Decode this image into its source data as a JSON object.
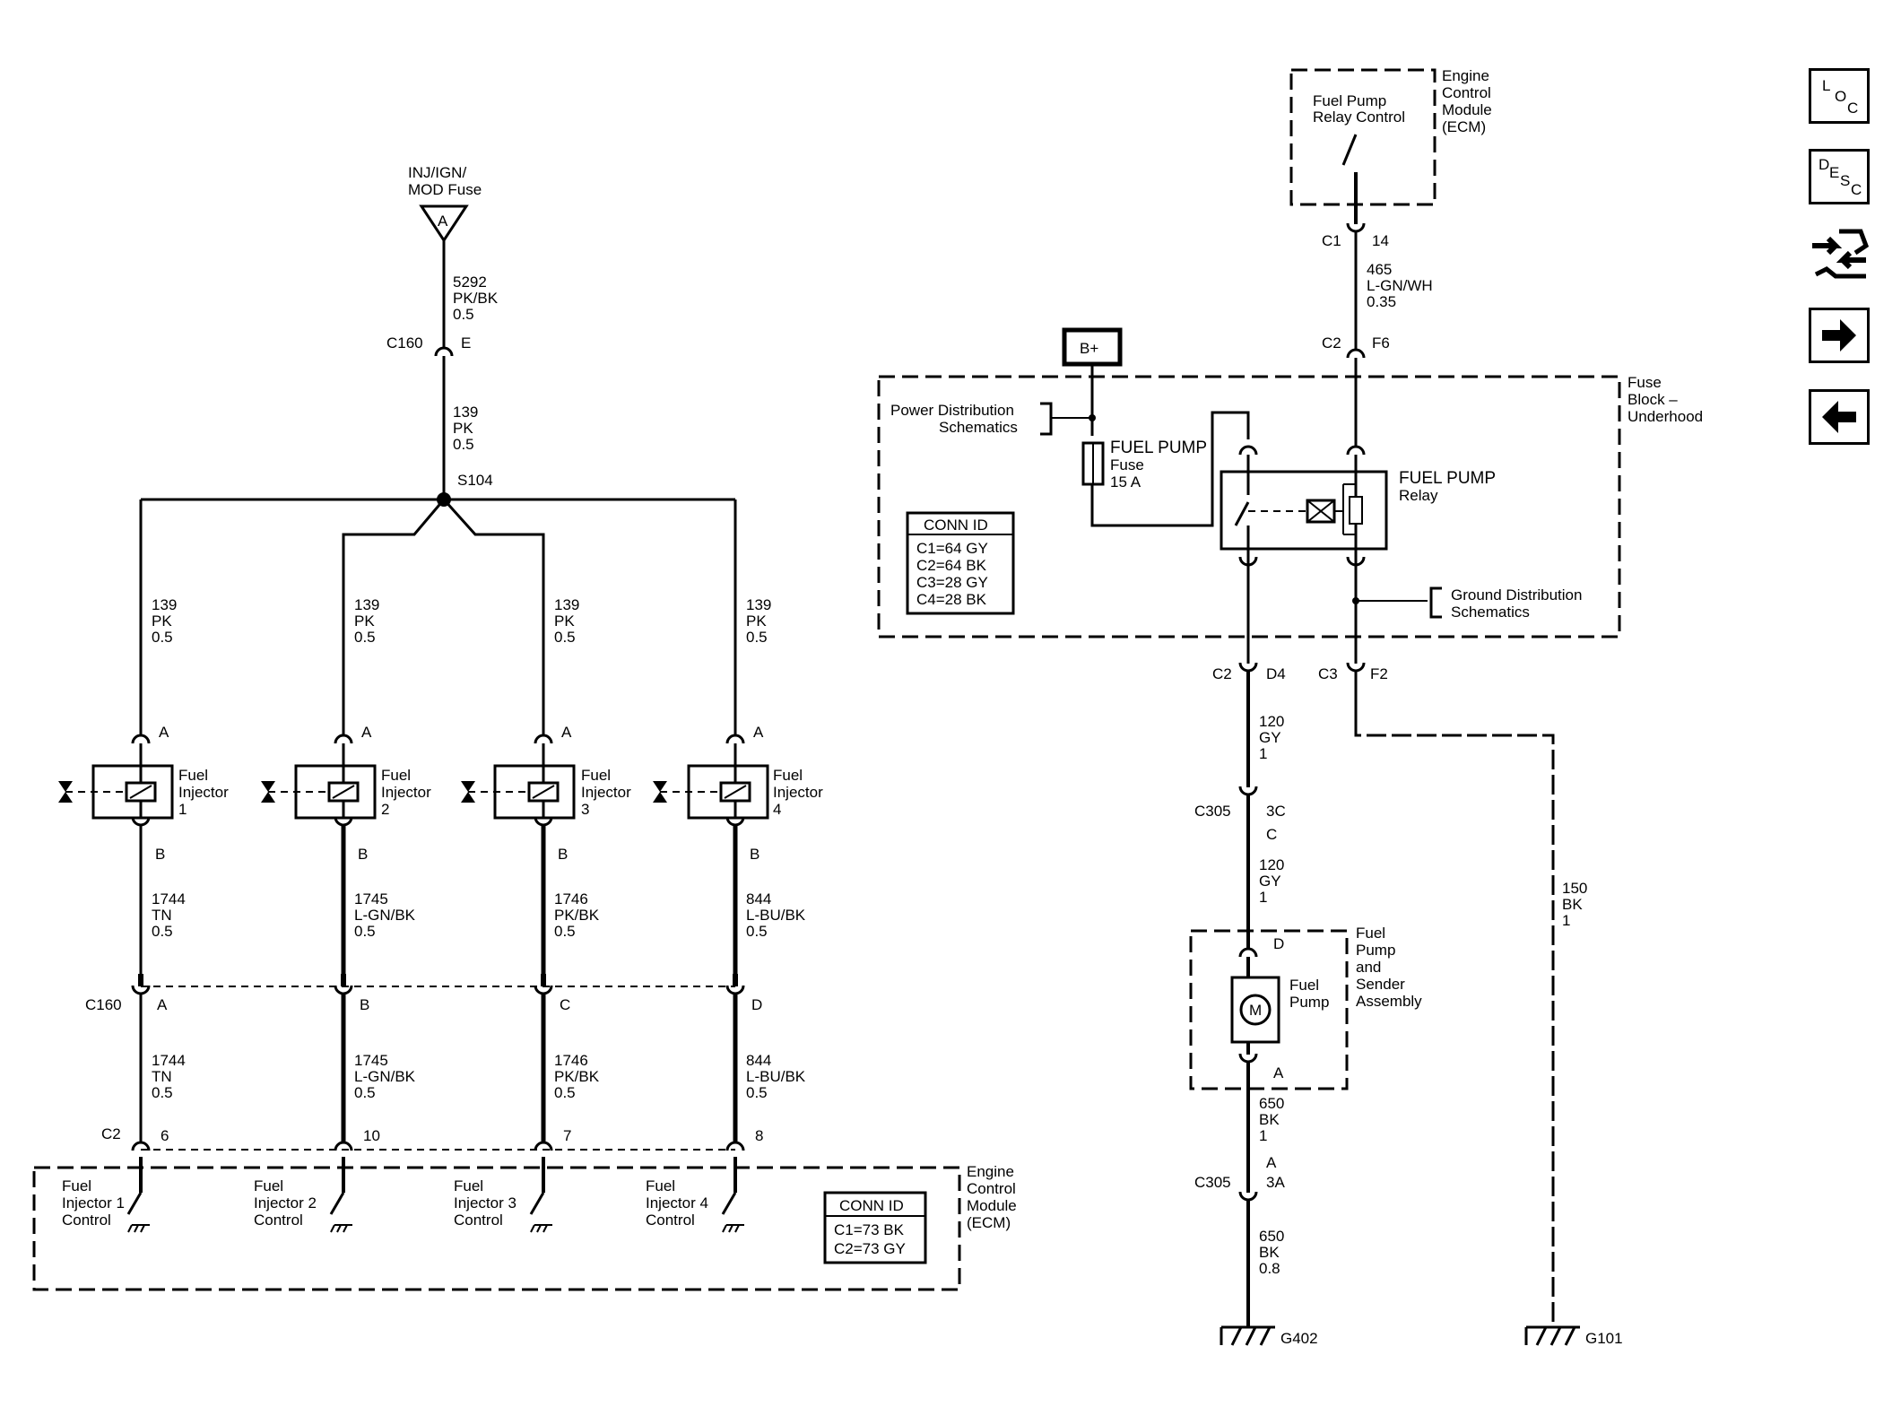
{
  "colors": {
    "line": "#000000",
    "background": "#ffffff"
  },
  "icons": {
    "loc": "location-view-icon",
    "desc": "description-view-icon",
    "connector_end": "connector-end-view-icon",
    "next": "arrow-right-icon",
    "prev": "arrow-left-icon"
  },
  "nav": {
    "loc": [
      "L",
      "O",
      "C"
    ],
    "desc": [
      "D",
      "E",
      "S",
      "C"
    ]
  },
  "top_fuse": {
    "label": [
      "INJ/IGN/",
      "MOD Fuse"
    ],
    "pin": "A",
    "wire": [
      "5292",
      "PK/BK",
      "0.5"
    ],
    "conn": "C160",
    "conn_pin": "E",
    "wire2": [
      "139",
      "PK",
      "0.5"
    ],
    "splice": "S104"
  },
  "injectors": [
    {
      "feed": [
        "139",
        "PK",
        "0.5"
      ],
      "pin_a": "A",
      "name": [
        "Fuel",
        "Injector",
        "1"
      ],
      "pin_b": "B",
      "out": [
        "1744",
        "TN",
        "0.5"
      ],
      "c160_pin": "A",
      "out2": [
        "1744",
        "TN",
        "0.5"
      ],
      "ecm_pin": "6",
      "ecm_label": [
        "Fuel",
        "Injector 1",
        "Control"
      ]
    },
    {
      "feed": [
        "139",
        "PK",
        "0.5"
      ],
      "pin_a": "A",
      "name": [
        "Fuel",
        "Injector",
        "2"
      ],
      "pin_b": "B",
      "out": [
        "1745",
        "L-GN/BK",
        "0.5"
      ],
      "c160_pin": "B",
      "out2": [
        "1745",
        "L-GN/BK",
        "0.5"
      ],
      "ecm_pin": "10",
      "ecm_label": [
        "Fuel",
        "Injector 2",
        "Control"
      ]
    },
    {
      "feed": [
        "139",
        "PK",
        "0.5"
      ],
      "pin_a": "A",
      "name": [
        "Fuel",
        "Injector",
        "3"
      ],
      "pin_b": "B",
      "out": [
        "1746",
        "PK/BK",
        "0.5"
      ],
      "c160_pin": "C",
      "out2": [
        "1746",
        "PK/BK",
        "0.5"
      ],
      "ecm_pin": "7",
      "ecm_label": [
        "Fuel",
        "Injector 3",
        "Control"
      ]
    },
    {
      "feed": [
        "139",
        "PK",
        "0.5"
      ],
      "pin_a": "A",
      "name": [
        "Fuel",
        "Injector",
        "4"
      ],
      "pin_b": "B",
      "out": [
        "844",
        "L-BU/BK",
        "0.5"
      ],
      "c160_pin": "D",
      "out2": [
        "844",
        "L-BU/BK",
        "0.5"
      ],
      "ecm_pin": "8",
      "ecm_label": [
        "Fuel",
        "Injector 4",
        "Control"
      ]
    }
  ],
  "left_conn": {
    "c160": "C160",
    "c2": "C2"
  },
  "ecm_bottom": {
    "title": [
      "Engine",
      "Control",
      "Module",
      "(ECM)"
    ],
    "conn_id_title": "CONN ID",
    "conn_ids": [
      "C1=73 BK",
      "C2=73 GY"
    ]
  },
  "ecm_top": {
    "title": [
      "Engine",
      "Control",
      "Module",
      "(ECM)"
    ],
    "control": [
      "Fuel Pump",
      "Relay Control"
    ],
    "conn": "C1",
    "pin": "14",
    "wire": [
      "465",
      "L-GN/WH",
      "0.35"
    ],
    "conn2": "C2",
    "pin2": "F6"
  },
  "bplus": "B+",
  "fuse_block": {
    "title": [
      "Fuse",
      "Block –",
      "Underhood"
    ],
    "power_dist": [
      "Power Distribution",
      "Schematics"
    ],
    "fuse": [
      "FUEL PUMP",
      "Fuse",
      "15 A"
    ],
    "relay": [
      "FUEL PUMP",
      "Relay"
    ],
    "ground_dist": [
      "Ground Distribution",
      "Schematics"
    ],
    "conn_id_title": "CONN ID",
    "conn_ids": [
      "C1=64 GY",
      "C2=64 BK",
      "C3=28 GY",
      "C4=28 BK"
    ]
  },
  "pump_circuit": {
    "c2": "C2",
    "d4": "D4",
    "c3": "C3",
    "f2": "F2",
    "wire1": [
      "120",
      "GY",
      "1"
    ],
    "c305": "C305",
    "pin_3c": "3C",
    "pin_c": "C",
    "wire2": [
      "120",
      "GY",
      "1"
    ],
    "pin_d": "D",
    "motor": "M",
    "pump": [
      "Fuel",
      "Pump"
    ],
    "assembly": [
      "Fuel",
      "Pump",
      "and",
      "Sender",
      "Assembly"
    ],
    "pin_a": "A",
    "wire3": [
      "650",
      "BK",
      "1"
    ],
    "c305b": "C305",
    "pin_a2": "A",
    "pin_3a": "3A",
    "wire4": [
      "650",
      "BK",
      "0.8"
    ],
    "g402": "G402",
    "wire5": [
      "150",
      "BK",
      "1"
    ],
    "g101": "G101"
  }
}
